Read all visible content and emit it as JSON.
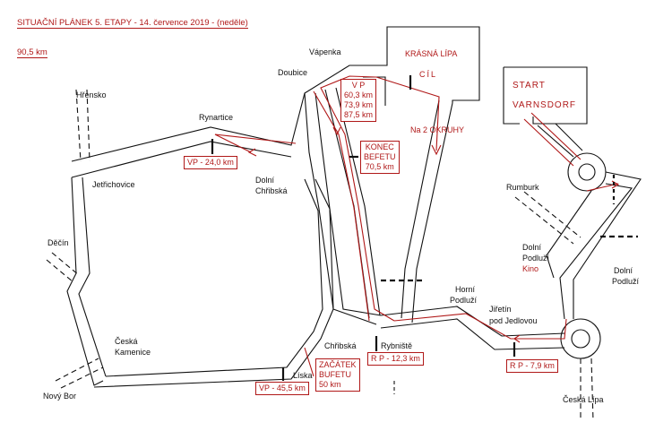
{
  "title": "SITUAČNÍ PLÁNEK 5. ETAPY  -  14. července 2019  - (neděle)",
  "distance": "90,5   km",
  "start": {
    "line1": "START",
    "line2": "VARNSDORF"
  },
  "finish": {
    "line1": "KRÁSNÁ LÍPA",
    "line2": "CÍL"
  },
  "circuits": "Na 2  OKRUHY",
  "places": {
    "hrensko": "Hřensko",
    "rynartice": "Rynartice",
    "vapenka": "Vápenka",
    "doubice": "Doubice",
    "jetrichovice": "Jetřichovice",
    "decin": "Děčín",
    "dolni_chribska_1": "Dolní",
    "dolni_chribska_2": "Chřibská",
    "rumburk": "Rumburk",
    "dolni_podluzi_kino_1": "Dolní",
    "dolni_podluzi_kino_2": "Podluží",
    "kino": "Kino",
    "dolni_podluzi_1": "Dolní",
    "dolni_podluzi_2": "Podluží",
    "horni_podluzi_1": "Horní",
    "horni_podluzi_2": "Podluží",
    "jiretin_1": "Jiřetín",
    "jiretin_2": "pod Jedlovou",
    "ceska_kamenice_1": "Česká",
    "ceska_kamenice_2": "Kamenice",
    "chribska": "Chřibská",
    "rybniste": "Rybniště",
    "liska": "Líska",
    "novy_bor": "Nový Bor",
    "ceska_lipa": "Česká Lípa"
  },
  "markers": {
    "vp_main": [
      "V P",
      "60,3 km",
      "73,9 km",
      "87,5 km"
    ],
    "buffet_end": [
      "KONEC",
      "BEFETU",
      "70,5  km"
    ],
    "buffet_start": [
      "ZAČÁTEK",
      "BUFETU",
      "50 km"
    ],
    "vp_rynartice": "VP - 24,0 km",
    "vp_liska": "VP - 45,5 km",
    "rp_rybniste": "R P - 12,3 km",
    "rp_jiretin": "R P - 7,9 km"
  },
  "colors": {
    "road": "#111111",
    "route": "#b01818",
    "text": "#111111"
  }
}
